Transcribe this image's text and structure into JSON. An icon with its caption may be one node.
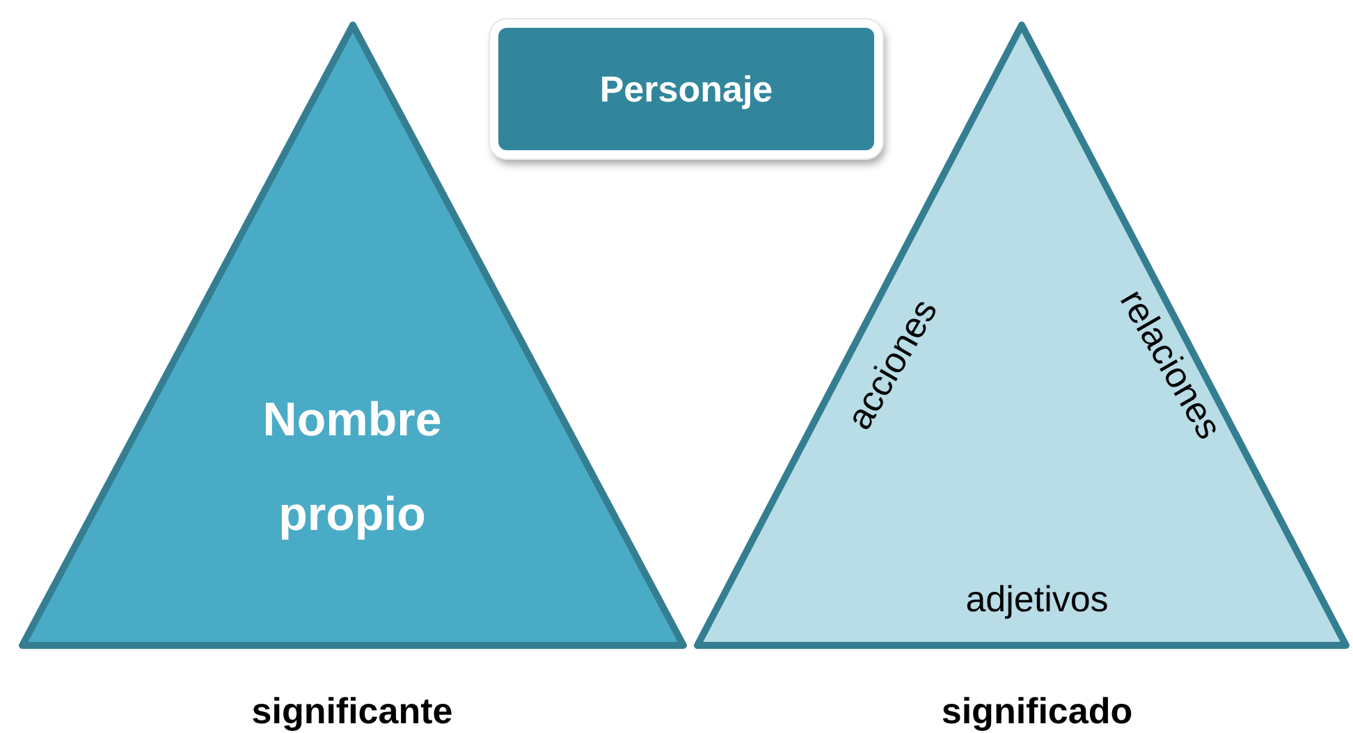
{
  "diagram": {
    "nodes": [
      {
        "text": [
          "Personaje"
        ]
      },
      {
        "text": [
          "Nombre propio"
        ],
        "beside": [
          "significante"
        ]
      },
      {
        "text": [
          "acciones",
          "relaciones",
          "adjetivos"
        ],
        "beside": [
          "significado"
        ]
      }
    ]
  }
}
